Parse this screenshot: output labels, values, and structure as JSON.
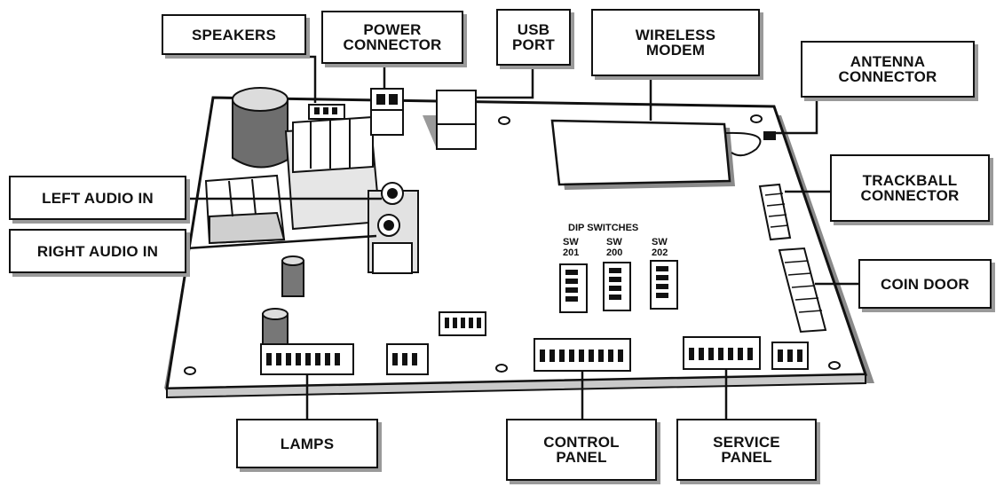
{
  "labels": {
    "speakers": "SPEAKERS",
    "power_connector": "POWER\nCONNECTOR",
    "usb_port": "USB\nPORT",
    "wireless_modem": "WIRELESS\nMODEM",
    "antenna_connector": "ANTENNA\nCONNECTOR",
    "trackball_connector": "TRACKBALL\nCONNECTOR",
    "coin_door": "COIN DOOR",
    "left_audio_in": "LEFT AUDIO IN",
    "right_audio_in": "RIGHT AUDIO IN",
    "lamps": "LAMPS",
    "control_panel": "CONTROL\nPANEL",
    "service_panel": "SERVICE\nPANEL"
  },
  "board_text": {
    "dip_switches": "DIP  SWITCHES",
    "sw201": "SW\n201",
    "sw200": "SW\n200",
    "sw202": "SW\n202"
  },
  "colors": {
    "line": "#111111",
    "shadow": "#9a9a9a",
    "board": "#ffffff"
  }
}
